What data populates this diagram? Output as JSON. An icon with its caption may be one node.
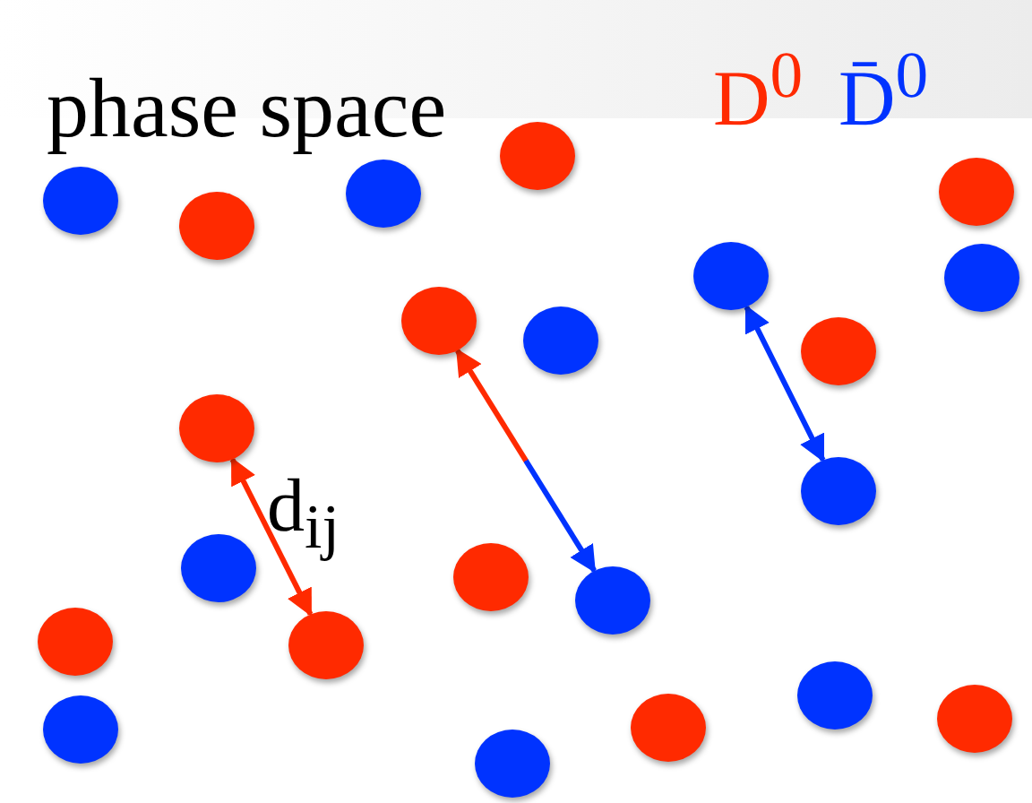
{
  "diagram": {
    "title": "phase space",
    "nodes": [
      {
        "text": [],
        "shape": "circle"
      },
      {
        "text": [],
        "shape": "circle"
      },
      {
        "text": [],
        "shape": "circle"
      },
      {
        "text": [],
        "shape": "circle"
      },
      {
        "text": [],
        "shape": "circle"
      },
      {
        "text": [],
        "shape": "circle"
      },
      {
        "text": [],
        "shape": "circle"
      },
      {
        "text": [],
        "shape": "circle"
      },
      {
        "text": [],
        "shape": "circle"
      },
      {
        "text": [],
        "shape": "circle"
      },
      {
        "text": [],
        "shape": "circle"
      },
      {
        "text": [],
        "shape": "circle"
      },
      {
        "text": [],
        "shape": "circle"
      },
      {
        "text": [],
        "shape": "circle"
      },
      {
        "text": [],
        "shape": "circle"
      },
      {
        "text": [],
        "shape": "circle"
      },
      {
        "text": [],
        "shape": "circle"
      },
      {
        "text": [],
        "shape": "circle"
      },
      {
        "text": [],
        "shape": "circle"
      },
      {
        "text": [],
        "shape": "circle"
      },
      {
        "text": [],
        "shape": "circle"
      },
      {
        "text": [],
        "shape": "circle"
      }
    ],
    "edges": [
      {
        "from": 7,
        "to": 14,
        "arrow": "both"
      },
      {
        "from": 5,
        "to": 11,
        "arrow": "both"
      },
      {
        "from": 10,
        "to": 16,
        "arrow": "both"
      }
    ],
    "labels": [
      "d$_{ij}$"
    ],
    "legend": [
      {
        "text": "D$^{0}$",
        "color": "#ff2a00"
      },
      {
        "text": "D̄$^{0}$",
        "color": "#0033ff"
      }
    ]
  }
}
